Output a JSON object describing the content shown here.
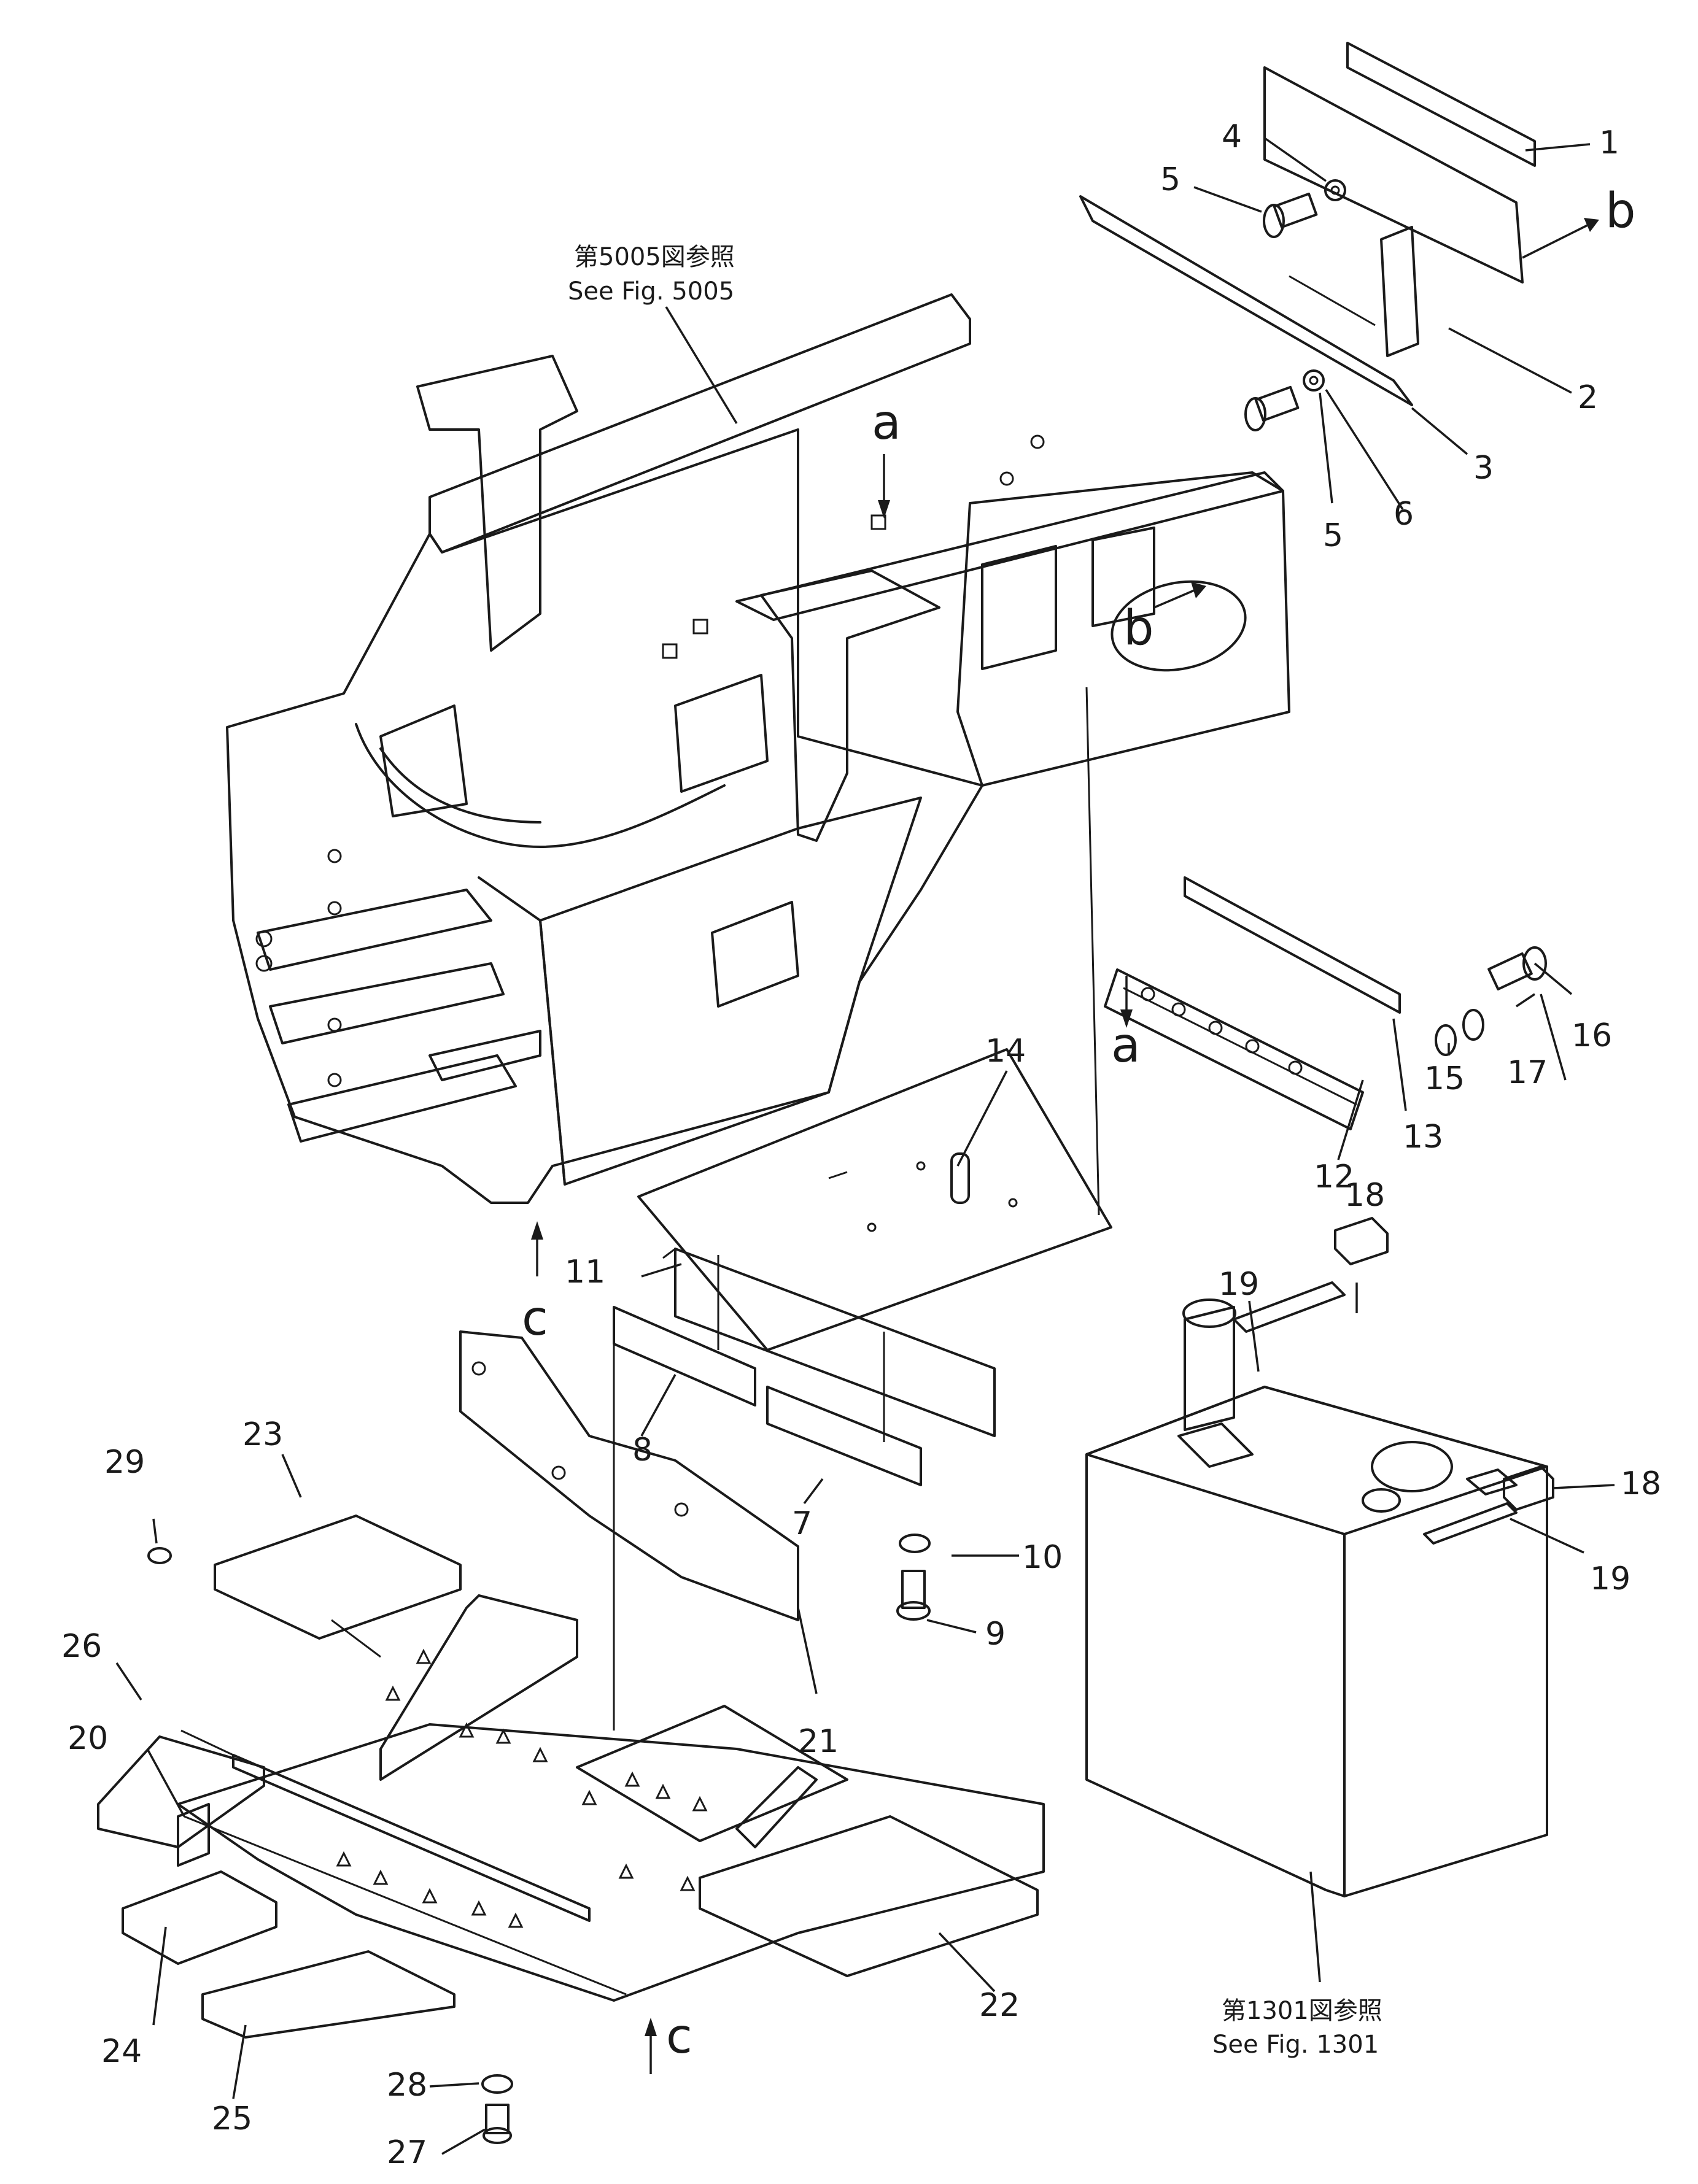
{
  "notes": {
    "frame_ref_jp": "第5005図参照",
    "frame_ref_en": "See Fig. 5005",
    "tank_ref_jp": "第1301図参照",
    "tank_ref_en": "See Fig. 1301"
  },
  "view_markers": {
    "a": "a",
    "b": "b",
    "c": "c"
  },
  "callouts": [
    "1",
    "2",
    "3",
    "4",
    "5",
    "5",
    "6",
    "7",
    "8",
    "9",
    "10",
    "11",
    "12",
    "13",
    "14",
    "15",
    "16",
    "17",
    "18",
    "18",
    "19",
    "19",
    "20",
    "21",
    "22",
    "23",
    "24",
    "25",
    "26",
    "27",
    "28",
    "29"
  ]
}
